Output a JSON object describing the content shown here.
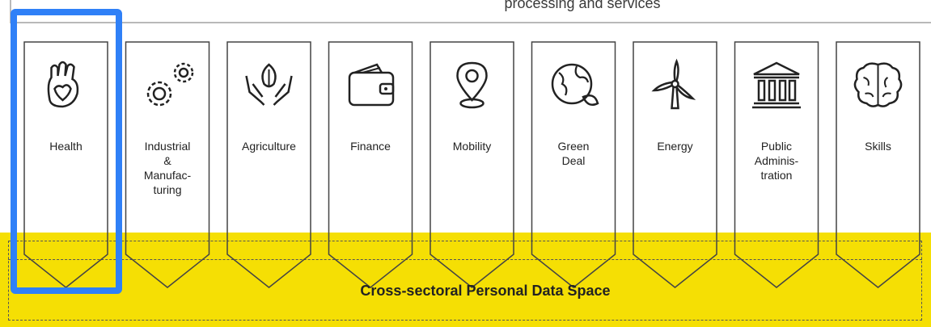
{
  "header": {
    "text": "processing and services"
  },
  "sectors": [
    {
      "label": "Health",
      "icon": "health-hand-icon"
    },
    {
      "label": "Industrial\n&\nManufac-\nturing",
      "icon": "gears-icon"
    },
    {
      "label": "Agriculture",
      "icon": "hands-leaf-icon"
    },
    {
      "label": "Finance",
      "icon": "wallet-icon"
    },
    {
      "label": "Mobility",
      "icon": "location-pin-icon"
    },
    {
      "label": "Green\nDeal",
      "icon": "globe-leaf-icon"
    },
    {
      "label": "Energy",
      "icon": "wind-turbine-icon"
    },
    {
      "label": "Public\nAdminis-\ntration",
      "icon": "government-building-icon"
    },
    {
      "label": "Skills",
      "icon": "brain-icon"
    }
  ],
  "band": {
    "title": "Cross-sectoral Personal Data Space",
    "color": "#f5df04"
  },
  "highlight": {
    "target": "Health",
    "color": "#2f80f7"
  }
}
